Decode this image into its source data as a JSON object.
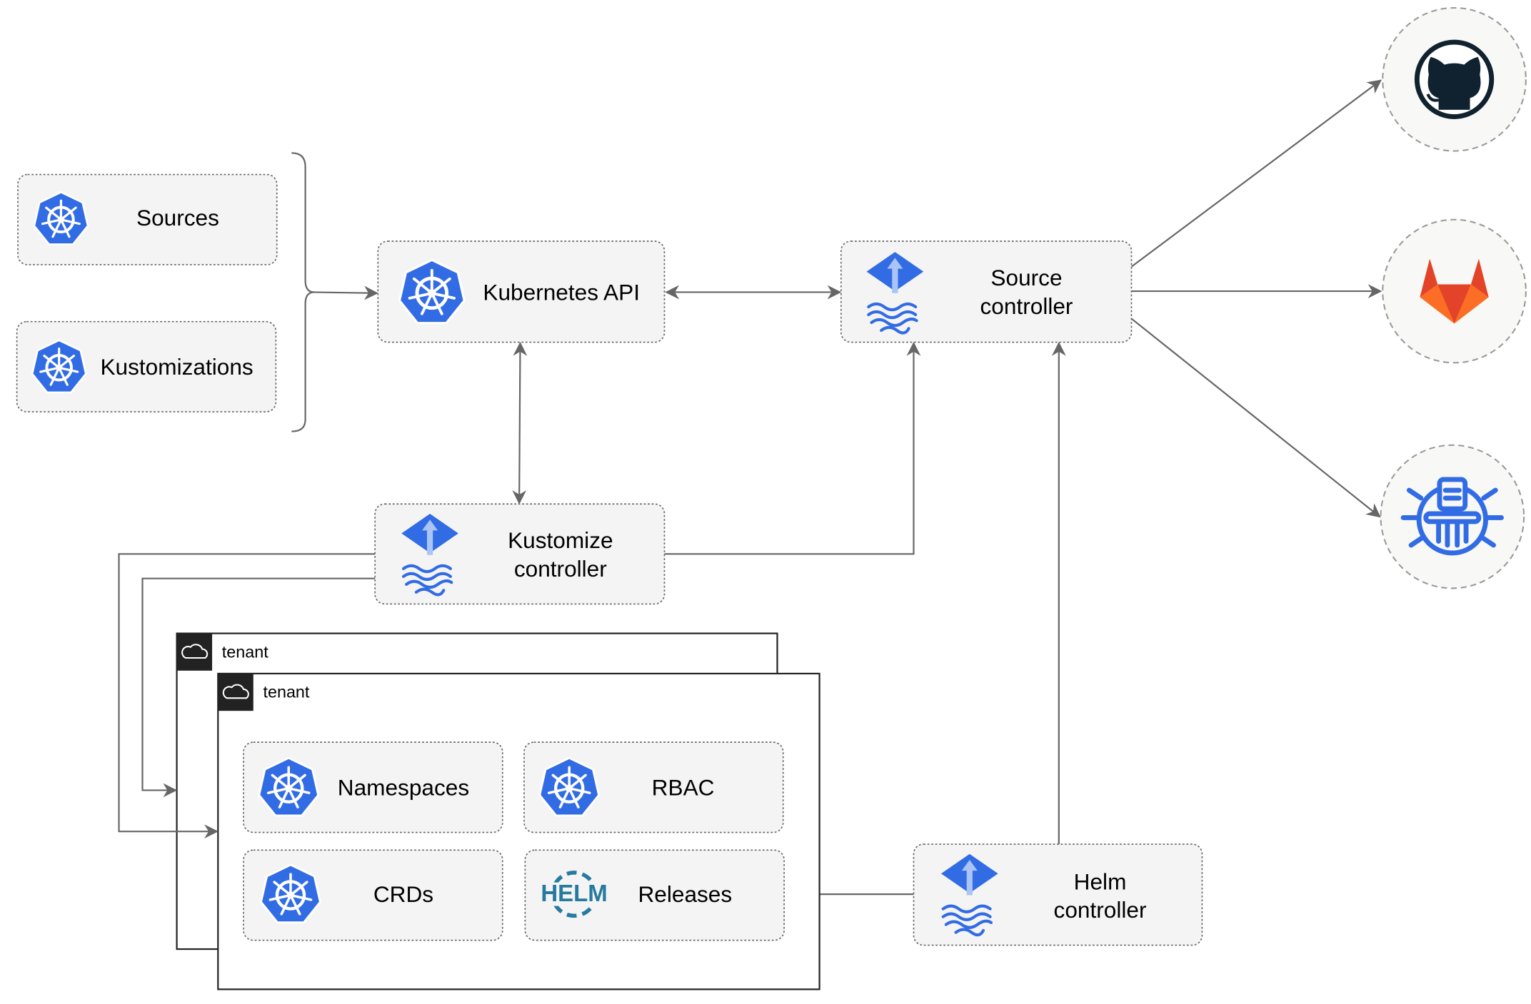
{
  "nodes": {
    "sources": {
      "label": "Sources",
      "icon": "kubernetes-icon"
    },
    "kustomizations": {
      "label": "Kustomizations",
      "icon": "kubernetes-icon"
    },
    "kubernetes_api": {
      "label": "Kubernetes API",
      "icon": "kubernetes-icon"
    },
    "source_controller": {
      "line1": "Source",
      "line2": "controller",
      "icon": "flux-icon"
    },
    "kustomize_controller": {
      "line1": "Kustomize",
      "line2": "controller",
      "icon": "flux-icon"
    },
    "helm_controller": {
      "line1": "Helm",
      "line2": "controller",
      "icon": "flux-icon"
    },
    "namespaces": {
      "label": "Namespaces",
      "icon": "kubernetes-icon"
    },
    "rbac": {
      "label": "RBAC",
      "icon": "kubernetes-icon"
    },
    "crds": {
      "label": "CRDs",
      "icon": "kubernetes-icon"
    },
    "releases": {
      "label": "Releases",
      "icon": "helm-icon",
      "icon_text": "HELM"
    }
  },
  "tenants": [
    {
      "label": "tenant",
      "icon": "cloud-icon"
    },
    {
      "label": "tenant",
      "icon": "cloud-icon"
    }
  ],
  "external_sources": [
    {
      "icon": "github-icon"
    },
    {
      "icon": "gitlab-icon"
    },
    {
      "icon": "bucket-icon"
    }
  ],
  "colors": {
    "kubernetes_blue": "#326ce5",
    "edge": "#666666",
    "box_fill": "#f4f4f4",
    "github": "#10222f",
    "gitlab_orange": "#e24329",
    "gitlab_light": "#fca326",
    "helm": "#277a9f"
  }
}
